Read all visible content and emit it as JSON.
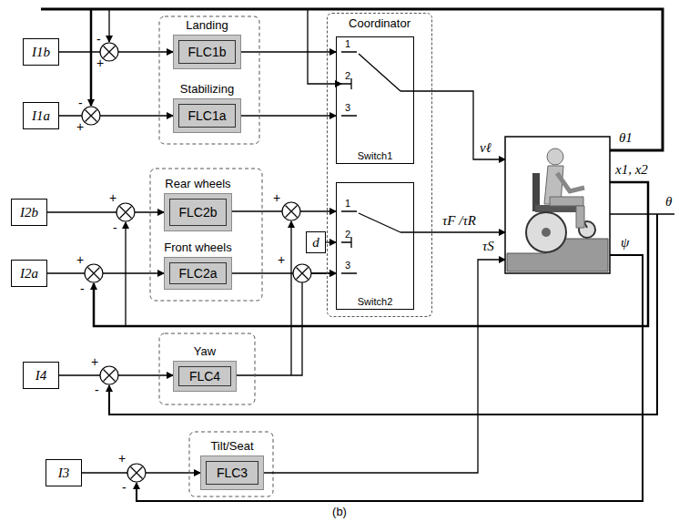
{
  "diagram": {
    "caption": "(b)",
    "nodes": [
      {
        "text": [
          "I1b"
        ]
      },
      {
        "text": [
          "Landing",
          "FLC1b"
        ]
      },
      {
        "text": [
          "Coordinator"
        ]
      },
      {
        "text": [
          "Switch1"
        ],
        "in": 2
      },
      {
        "text": [
          "I1a"
        ]
      },
      {
        "text": [
          "Stabilizing",
          "FLC1a"
        ]
      },
      {
        "text": [
          "I2b"
        ]
      },
      {
        "text": [
          "Rear wheels",
          "FLC2b"
        ]
      },
      {
        "text": [
          "Switch2"
        ],
        "in": 2
      },
      {
        "text": [
          "d"
        ]
      },
      {
        "text": [
          "I2a"
        ]
      },
      {
        "text": [
          "Front wheels",
          "FLC2a"
        ]
      },
      {
        "text": [
          "I4"
        ]
      },
      {
        "text": [
          "Yaw",
          "FLC4"
        ]
      },
      {
        "text": [
          "I3"
        ]
      },
      {
        "text": [
          "Tilt/Seat",
          "FLC3"
        ]
      }
    ],
    "edges": [
      {
        "from": 0,
        "to": 1,
        "arrow": "to"
      },
      {
        "from": 4,
        "to": 5,
        "arrow": "to"
      },
      {
        "from": 1,
        "to": 3,
        "arrow": "to"
      },
      {
        "from": 5,
        "to": 3,
        "arrow": "to"
      },
      {
        "from": 6,
        "to": 7,
        "arrow": "to"
      },
      {
        "from": 10,
        "to": 11,
        "arrow": "to"
      },
      {
        "from": 7,
        "to": 8,
        "arrow": "to"
      },
      {
        "from": 9,
        "to": 8,
        "arrow": "to"
      },
      {
        "from": 11,
        "to": 8,
        "arrow": "to"
      },
      {
        "from": 12,
        "to": 13,
        "arrow": "to"
      },
      {
        "from": 13,
        "to": 8,
        "arrow": "to"
      },
      {
        "from": 14,
        "to": 15,
        "arrow": "to"
      }
    ],
    "labels": [
      "-",
      "+",
      "-",
      "+",
      "+",
      "-",
      "+",
      "-",
      "+",
      "+",
      "+",
      "-",
      "+",
      "-",
      "1",
      "2",
      "3",
      "1",
      "2",
      "3",
      "vℓ",
      "τF /τR",
      "τS",
      "θ1",
      "x1, x2",
      "θ",
      "ψ"
    ]
  }
}
